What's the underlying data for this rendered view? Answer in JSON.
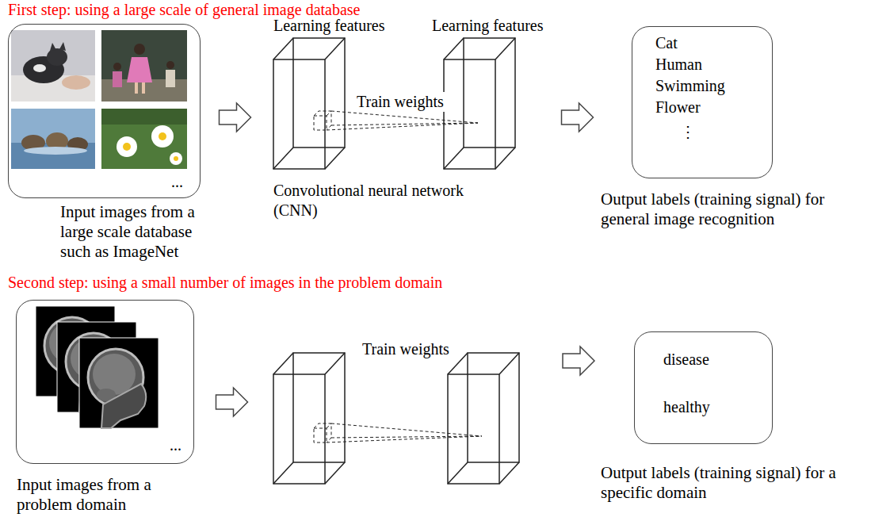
{
  "diagram": {
    "nodes": [
      {
        "text": [
          "...",
          "Input images from a large scale database such as ImageNet"
        ]
      },
      {
        "text": [
          "Learning features",
          "Learning features",
          "Train weights",
          "Convolutional neural network (CNN)"
        ]
      },
      {
        "text": [
          "Cat",
          "Human",
          "Swimming",
          "Flower",
          "⋮",
          "Output labels (training signal) for general image recognition"
        ]
      },
      {
        "text": [
          "...",
          "Input images from a problem domain"
        ]
      },
      {
        "text": [
          "Train weights"
        ]
      },
      {
        "text": [
          "disease",
          "healthy",
          "Output labels (training signal) for a specific domain"
        ]
      }
    ],
    "edges": [
      {
        "from": 0,
        "to": 1,
        "arrow": "to"
      },
      {
        "from": 1,
        "to": 2,
        "arrow": "to"
      },
      {
        "from": 3,
        "to": 4,
        "arrow": "to"
      },
      {
        "from": 4,
        "to": 5,
        "arrow": "to"
      }
    ],
    "labels": [
      "First step: using a large scale of general image database",
      "Second step: using a small number of images in the problem domain"
    ]
  }
}
